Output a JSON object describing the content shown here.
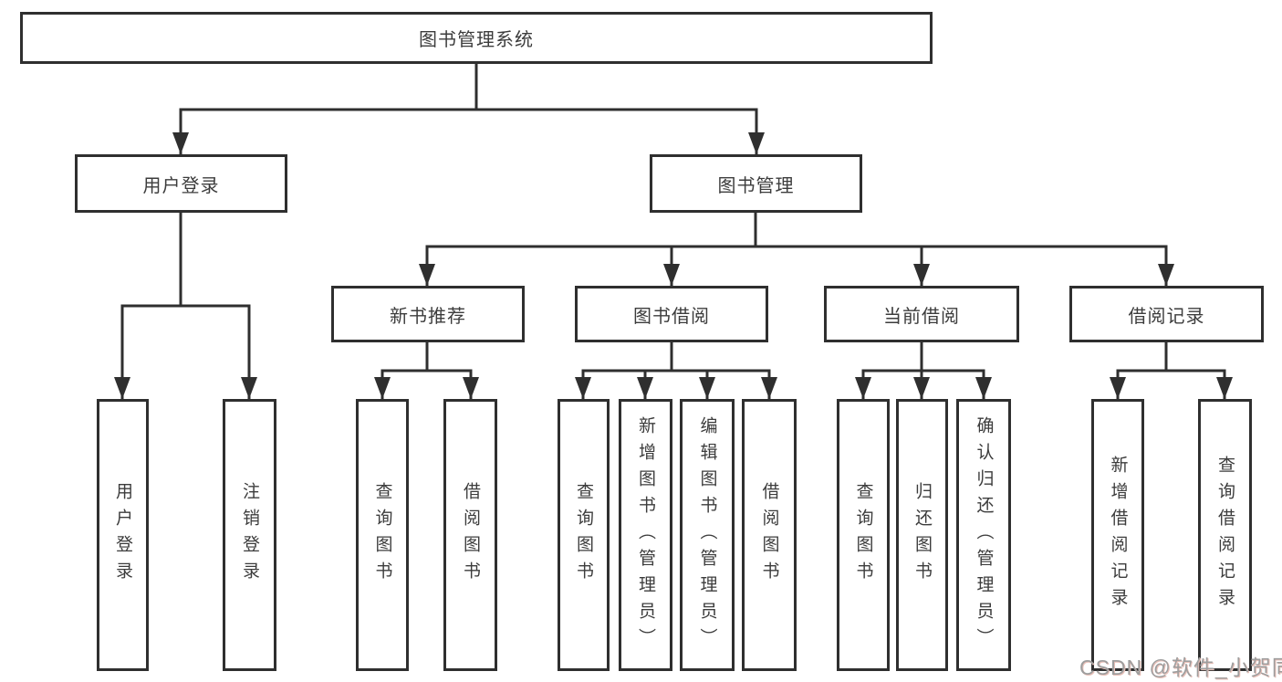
{
  "tree": {
    "root": "图书管理系统",
    "user_login": {
      "label": "用户登录",
      "children": [
        "用户登录",
        "注销登录"
      ]
    },
    "book_mgmt": {
      "label": "图书管理",
      "sections": [
        {
          "label": "新书推荐",
          "children": [
            "查询图书",
            "借阅图书"
          ]
        },
        {
          "label": "图书借阅",
          "children": [
            "查询图书",
            "新增图书（管理员）",
            "编辑图书（管理员）",
            "借阅图书"
          ]
        },
        {
          "label": "当前借阅",
          "children": [
            "查询图书",
            "归还图书",
            "确认归还（管理员）"
          ]
        },
        {
          "label": "借阅记录",
          "children": [
            "新增借阅记录",
            "查询借阅记录"
          ]
        }
      ]
    }
  },
  "watermark": {
    "text": "CSDN @软件_小贺同学"
  },
  "colors": {
    "line": "#2f2f2f",
    "text": "#3c3c3c",
    "watermark": "#9e9e9e",
    "background": "#ffffff"
  }
}
